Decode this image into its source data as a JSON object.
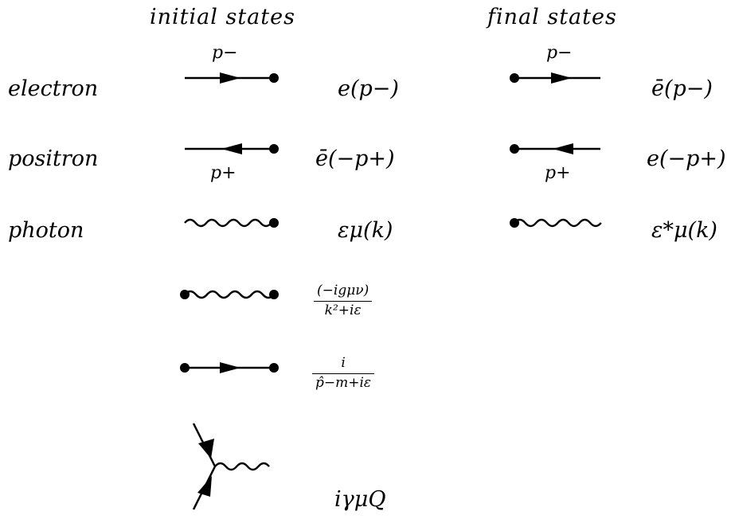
{
  "headers": {
    "initial": "initial   states",
    "final": "final   states"
  },
  "particles": [
    {
      "name": "electron",
      "momentum_label": "p−",
      "initial_factor": "e(p−)",
      "final_factor": "ē(p−)"
    },
    {
      "name": "positron",
      "momentum_label": "p+",
      "initial_factor": "ē(−p+)",
      "final_factor": "e(−p+)"
    },
    {
      "name": "photon",
      "initial_factor": "εμ(k)",
      "final_factor": "ε*μ(k)"
    }
  ],
  "propagators": {
    "photon": {
      "numerator": "(−igμν)",
      "denominator": "k²+iε"
    },
    "fermion": {
      "numerator": "i",
      "denominator": "p̂−m+iε"
    }
  },
  "vertex": {
    "factor": "iγμQ"
  },
  "colors": {
    "ink": "#000000",
    "background": "#ffffff"
  }
}
